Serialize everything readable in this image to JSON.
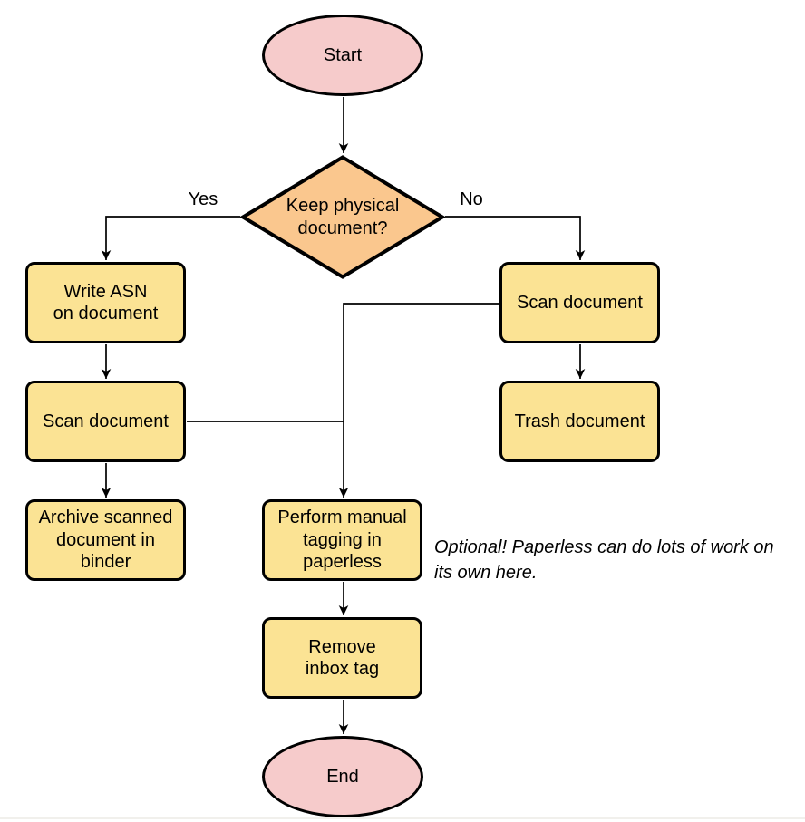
{
  "colors": {
    "terminal_fill": "#F6CBCB",
    "process_fill": "#FBE394",
    "decision_fill": "#FAC78E",
    "stroke": "#000000",
    "text": "#000000"
  },
  "nodes": {
    "start": {
      "type": "terminal",
      "label": "Start"
    },
    "decision": {
      "type": "decision",
      "label": "Keep physical\ndocument?"
    },
    "write_asn": {
      "type": "process",
      "label": "Write ASN\non document"
    },
    "scan_left": {
      "type": "process",
      "label": "Scan document"
    },
    "archive": {
      "type": "process",
      "label": "Archive scanned\ndocument in\nbinder"
    },
    "scan_right": {
      "type": "process",
      "label": "Scan document"
    },
    "trash": {
      "type": "process",
      "label": "Trash document"
    },
    "tagging": {
      "type": "process",
      "label": "Perform manual\ntagging in\npaperless"
    },
    "remove_inbox": {
      "type": "process",
      "label": "Remove\ninbox tag"
    },
    "end": {
      "type": "terminal",
      "label": "End"
    }
  },
  "edge_labels": {
    "yes": "Yes",
    "no": "No"
  },
  "annotation": {
    "text": "Optional! Paperless can do lots of work on\nits own here."
  }
}
